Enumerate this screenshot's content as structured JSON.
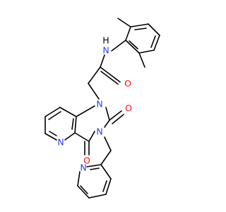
{
  "molecule": {
    "atom_labels": {
      "amide_nh": "H",
      "amide_n": "N",
      "amide_o": "O",
      "ring_n1": "N",
      "c2_o": "O",
      "ring_n3": "N",
      "c4_o": "O",
      "ring_n5": "N",
      "pyridyl_n": "N"
    }
  },
  "colors": {
    "bond": "#000000",
    "oxygen": "#ff0d0d",
    "nitrogen": "#2a3cff",
    "background": "#ffffff"
  }
}
